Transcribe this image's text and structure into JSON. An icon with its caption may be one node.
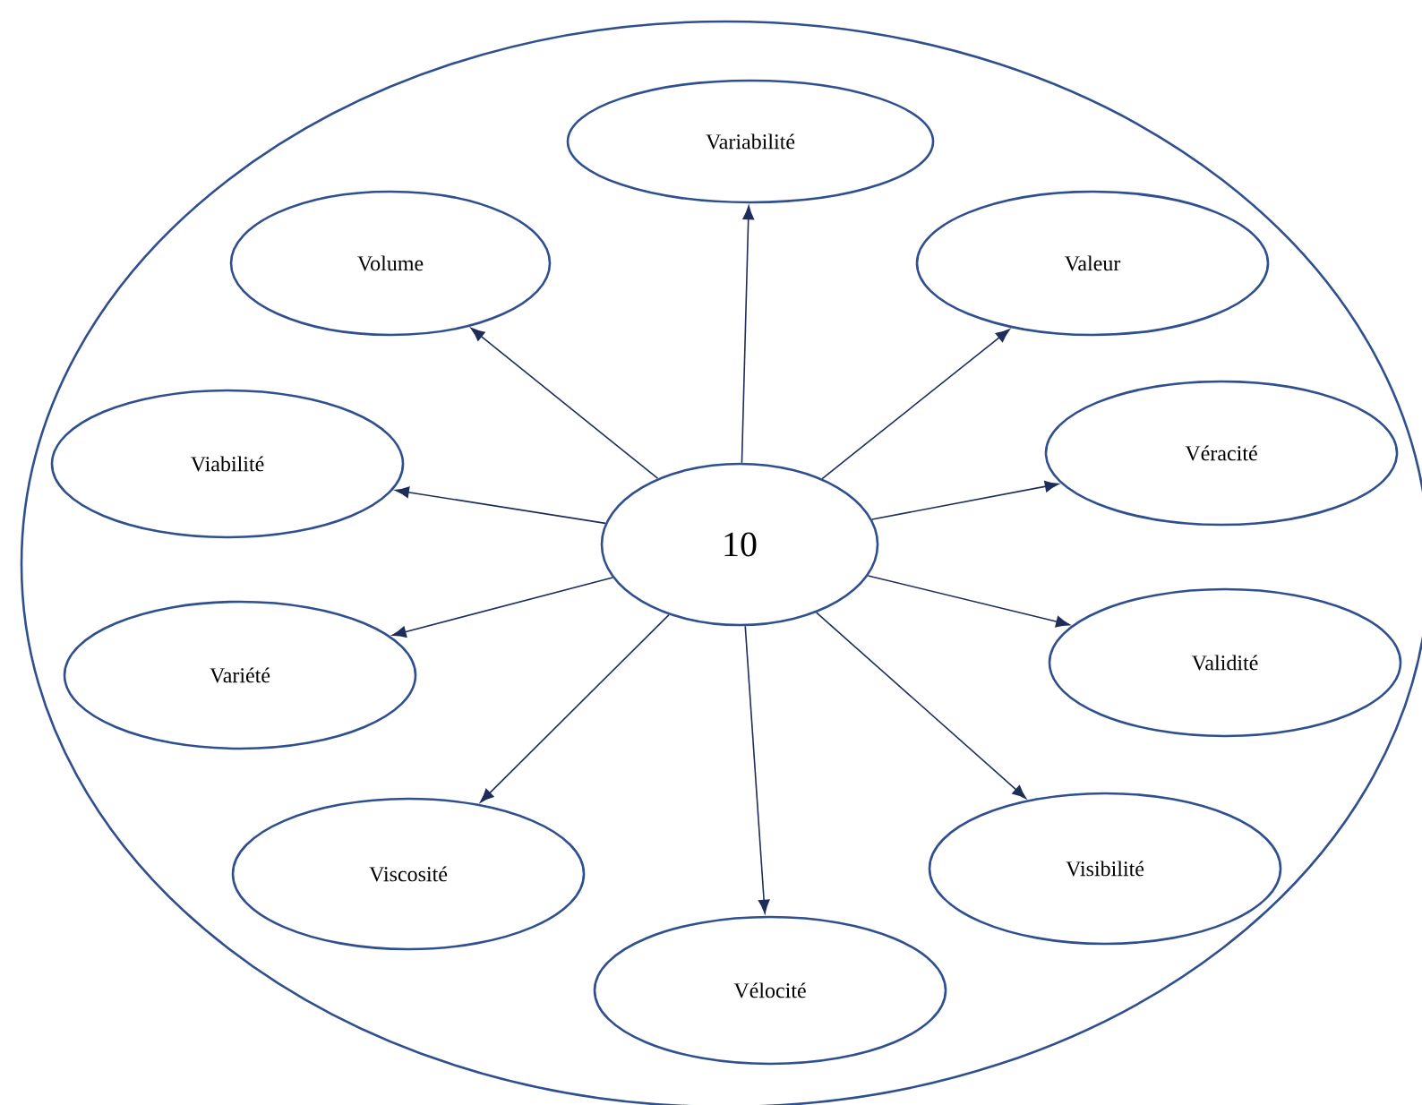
{
  "diagram": {
    "nodes": [
      {
        "text": [],
        "shape": "circle"
      },
      {
        "text": [
          "10"
        ],
        "in": 0
      },
      {
        "text": [
          "Variabilité"
        ],
        "in": 0
      },
      {
        "text": [
          "Volume"
        ],
        "in": 0
      },
      {
        "text": [
          "Valeur"
        ],
        "in": 0
      },
      {
        "text": [
          "Viabilité"
        ],
        "in": 0
      },
      {
        "text": [
          "Véracité"
        ],
        "in": 0
      },
      {
        "text": [
          "Variété"
        ],
        "in": 0
      },
      {
        "text": [
          "Validité"
        ],
        "in": 0
      },
      {
        "text": [
          "Viscosité"
        ],
        "in": 0
      },
      {
        "text": [
          "Visibilité"
        ],
        "in": 0
      },
      {
        "text": [
          "Vélocité"
        ],
        "in": 0
      }
    ],
    "edges": [
      {
        "from": 1,
        "to": 2,
        "arrow": "to"
      },
      {
        "from": 1,
        "to": 3,
        "arrow": "to"
      },
      {
        "from": 1,
        "to": 4,
        "arrow": "to"
      },
      {
        "from": 1,
        "to": 5,
        "arrow": "to"
      },
      {
        "from": 1,
        "to": 6,
        "arrow": "to"
      },
      {
        "from": 1,
        "to": 7,
        "arrow": "to"
      },
      {
        "from": 1,
        "to": 8,
        "arrow": "to"
      },
      {
        "from": 1,
        "to": 9,
        "arrow": "to"
      },
      {
        "from": 1,
        "to": 10,
        "arrow": "to"
      },
      {
        "from": 1,
        "to": 11,
        "arrow": "to"
      }
    ]
  }
}
